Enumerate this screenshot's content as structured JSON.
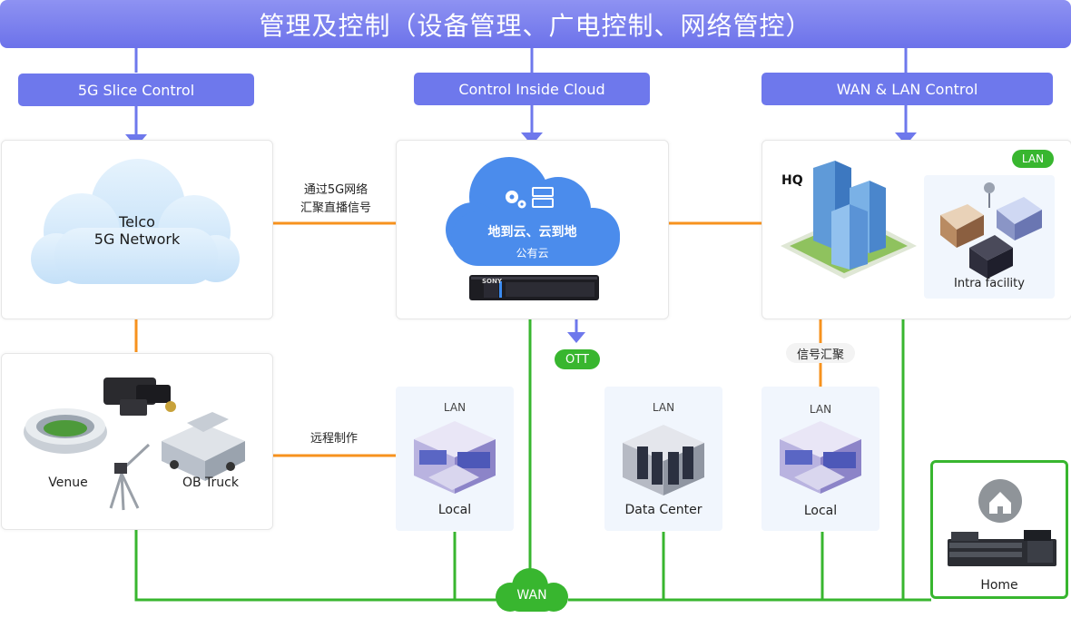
{
  "banner": {
    "title": "管理及控制（设备管理、广电控制、网络管控）"
  },
  "controls": {
    "slice": "5G Slice Control",
    "cloud": "Control Inside Cloud",
    "wan_lan": "WAN & LAN Control"
  },
  "telco": {
    "line1": "Telco",
    "line2": "5G Network"
  },
  "flow": {
    "to_cloud_1": "通过5G网络",
    "to_cloud_2": "汇聚直播信号",
    "remote": "远程制作",
    "aggregate": "信号汇聚"
  },
  "cloud": {
    "line1": "地到云、云到地",
    "line2": "公有云",
    "device_brand": "SONY"
  },
  "ott": "OTT",
  "hq": {
    "title": "HQ",
    "lan": "LAN",
    "intra": "Intra facility"
  },
  "venue": {
    "venue": "Venue",
    "truck": "OB Truck"
  },
  "locals": {
    "lan": "LAN",
    "local": "Local",
    "datacenter": "Data Center"
  },
  "home": "Home",
  "wan": "WAN",
  "colors": {
    "purple": "#6e78ec",
    "orange": "#f7921e",
    "green": "#38b62f",
    "cloud_blue": "#4b8cec"
  }
}
